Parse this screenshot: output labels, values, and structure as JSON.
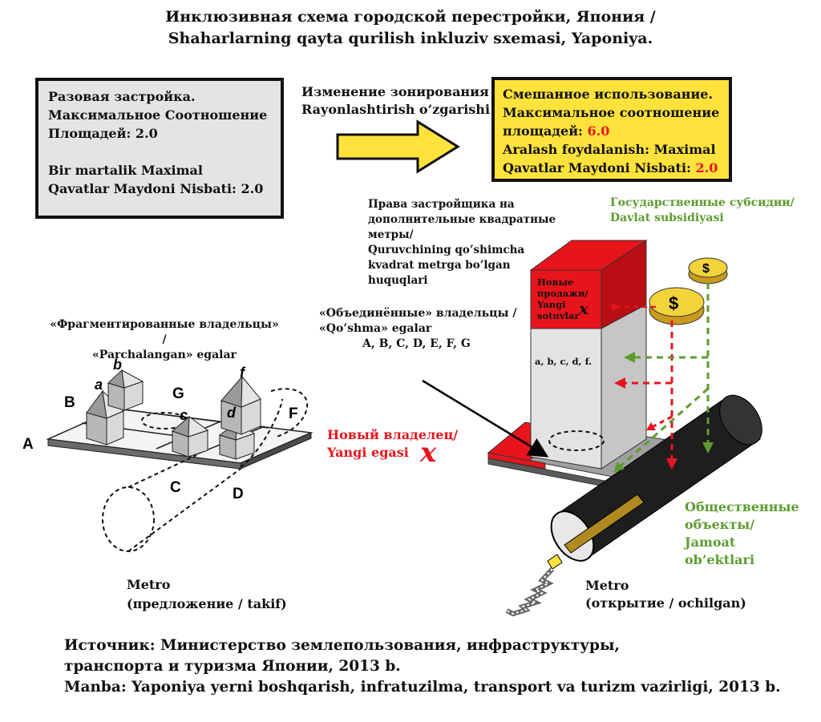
{
  "title": {
    "line1": "Инклюзивная схема городской перестройки, Япония /",
    "line2": "Shaharlarning qayta qurilish inkluziv sxemasi, Yaponiya."
  },
  "left_box": {
    "line1": "Разовая застройка.",
    "line2": "Максимальное Соотношение",
    "line3": "Площадей: 2.0",
    "line4": "Bir martalik Maximal",
    "line5": "Qavatlar Maydoni Nisbati: 2.0"
  },
  "rezoning": {
    "line1": "Изменение зонирования /",
    "line2": "Rayonlashtirish o’zgarishi"
  },
  "right_box": {
    "line1": "Смешанное использование.",
    "line2": "Максимальное соотношение",
    "line3_prefix": "площадей: ",
    "line3_value": "6.0",
    "line4": "Aralash foydalanish: Maximal",
    "line5_prefix": "Qavatlar Maydoni Nisbati: ",
    "line5_value": "2.0"
  },
  "developer_rights": {
    "line1": "Права застройщика на",
    "line2": "дополнительные квадратные",
    "line3": "метры/",
    "line4": "Quruvchining qo’shimcha",
    "line5": "kvadrat metrga bo’lgan",
    "line6": "huquqlari"
  },
  "subsidies": {
    "line1": "Государственные субсидии/",
    "line2": "Davlat subsidiyasi"
  },
  "fragmented": {
    "line1": "«Фрагментированные владельцы» /",
    "line2": "«Parchalangan» egalar"
  },
  "united": {
    "line1": "«Объединённые» владельцы /",
    "line2": "«Qo’shma» egalar",
    "line3": "A, B, C, D, E, F, G"
  },
  "new_sales": {
    "line1": "Новые",
    "line2": "продажи/",
    "line3": "Yangi",
    "line4": "sotuvlar",
    "mark": "x"
  },
  "owners_small": "a, b, c, d, f.",
  "new_owner": {
    "line1": "Новый владелец/",
    "line2": "Yangi egasi",
    "mark": "x"
  },
  "public_facilities": {
    "line1": "Общественные",
    "line2": "объекты/",
    "line3": "Jamoat",
    "line4": "ob’ektlari"
  },
  "metro_left": {
    "line1": "Metro",
    "line2": "(предложение / takif)"
  },
  "metro_right": {
    "line1": "Metro",
    "line2": "(открытие / ochilgan)"
  },
  "parcels": {
    "A": "A",
    "B": "B",
    "C": "C",
    "D": "D",
    "F": "F",
    "G": "G",
    "a": "a",
    "b": "b",
    "c": "c",
    "d": "d",
    "f": "f"
  },
  "coin_symbol": "$",
  "source": {
    "line1": "Источник: Министерство землепользования, инфраструктуры,",
    "line2": "транспорта и туризма Японии, 2013 b.",
    "line3": "Manba: Yaponiya yerni boshqarish, infratuzilma, transport va turizm vazirligi, 2013 b."
  },
  "colors": {
    "accent_red": "#e8141c",
    "accent_green": "#5c9c2e",
    "yellow_box": "#ffe23c",
    "grey_box": "#e4e4e4"
  }
}
